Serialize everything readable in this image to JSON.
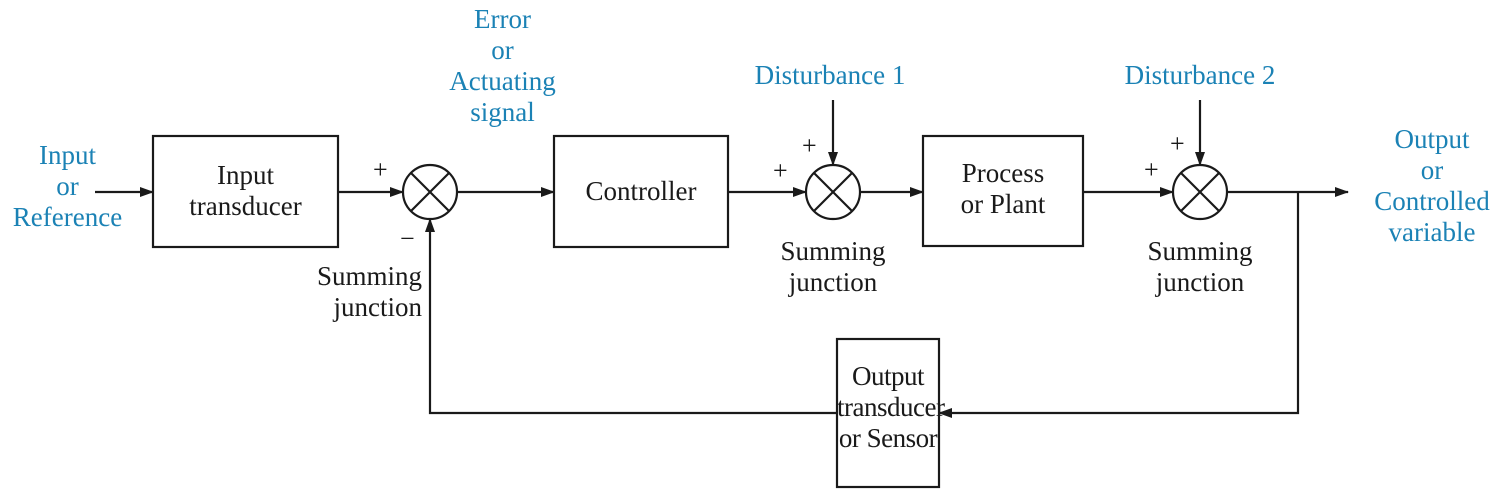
{
  "colors": {
    "signal_label": "#1b82b5",
    "block": "#1a1a1a",
    "background": "#ffffff"
  },
  "signals": {
    "input": [
      "Input",
      "or",
      "Reference"
    ],
    "error": [
      "Error",
      "or",
      "Actuating",
      "signal"
    ],
    "disturbance1": "Disturbance 1",
    "disturbance2": "Disturbance 2",
    "output": [
      "Output",
      "or",
      "Controlled",
      "variable"
    ]
  },
  "blocks": {
    "input_transducer": [
      "Input",
      "transducer"
    ],
    "controller": [
      "Controller"
    ],
    "process": [
      "Process",
      "or Plant"
    ],
    "output_transducer": [
      "Output",
      "transducer",
      "or Sensor"
    ]
  },
  "junctions": {
    "j1": {
      "label": [
        "Summing",
        "junction"
      ],
      "signs": {
        "left": "+",
        "bottom": "−"
      }
    },
    "j2": {
      "label": [
        "Summing",
        "junction"
      ],
      "signs": {
        "left": "+",
        "top": "+"
      }
    },
    "j3": {
      "label": [
        "Summing",
        "junction"
      ],
      "signs": {
        "left": "+",
        "top": "+"
      }
    }
  }
}
